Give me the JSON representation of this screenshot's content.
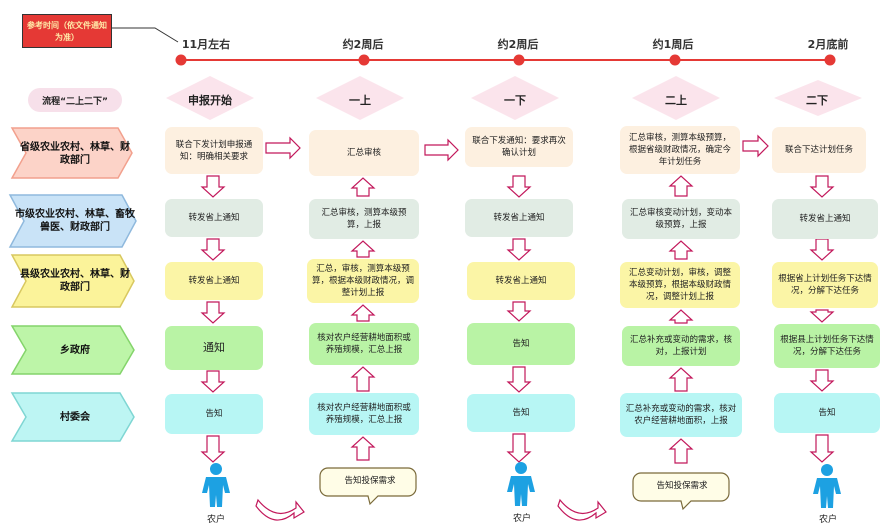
{
  "reference_time": "参考时间（依文件通知为准）",
  "timeline": {
    "color": "#e53935",
    "labels": [
      "11月左右",
      "约2周后",
      "约2周后",
      "约1周后",
      "2月底前"
    ]
  },
  "process_label": "流程“二上二下”",
  "stages": [
    "申报开始",
    "一上",
    "一下",
    "二上",
    "二下"
  ],
  "rows": [
    {
      "label": "省级农业农村、林草、财政部门",
      "color": "#fcd3c8",
      "border": "#f2a08d"
    },
    {
      "label": "市级农业农村、林草、畜牧兽医、财政部门",
      "color": "#c9e3f7",
      "border": "#8fb9dd"
    },
    {
      "label": "县级农业农村、林草、财政部门",
      "color": "#fbf39a",
      "border": "#d8c860"
    },
    {
      "label": "乡政府",
      "color": "#bdf5a8",
      "border": "#84d46b"
    },
    {
      "label": "村委会",
      "color": "#bdf5f3",
      "border": "#7fd6d3"
    }
  ],
  "columns": [
    [
      "联合下发计划申报通知：明确相关要求",
      "转发省上通知",
      "转发省上通知",
      "通知",
      "告知"
    ],
    [
      "汇总审核",
      "汇总审核，测算本级预算，上报",
      "汇总，审核，测算本级预算，根据本级财政情况，调整计划上报",
      "核对农户经营耕地面积或养殖规模，汇总上报",
      "核对农户经营耕地面积或养殖规模，汇总上报"
    ],
    [
      "联合下发通知：要求再次确认计划",
      "转发省上通知",
      "转发省上通知",
      "告知",
      "告知"
    ],
    [
      "汇总审核，测算本级预算，根据省级财政情况，确定今年计划任务",
      "汇总审核变动计划，变动本级预算，上报",
      "汇总变动计划，审核，调整本级预算，根据本级财政情况，调整计划上报",
      "汇总补充或变动的需求，核对，上报计划",
      "汇总补充或变动的需求，核对农户经营耕地面积，上报"
    ],
    [
      "联合下达计划任务",
      "转发省上通知",
      "根据省上计划任务下达情况，分解下达任务",
      "根据县上计划任务下达情况，分解下达任务",
      "告知"
    ]
  ],
  "farmer_label": "农户",
  "bubble_text": "告知投保需求",
  "colors": {
    "arrow_fill": "#ffffff",
    "arrow_stroke": "#c2185b",
    "diamond": "#fbe4ec"
  }
}
